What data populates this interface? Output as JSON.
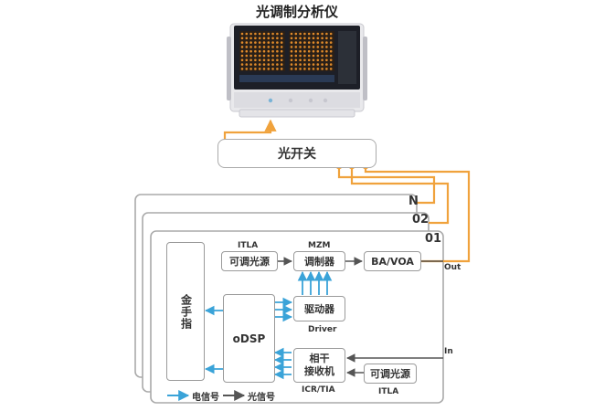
{
  "title": "光调制分析仪",
  "optical_switch": "光开关",
  "channels": [
    "N",
    "02",
    "01"
  ],
  "modules": {
    "golden_finger": "金手指",
    "odsp": "oDSP",
    "tunable_source_tx": "可调光源",
    "itla_tx": "ITLA",
    "modulator": "调制器",
    "mzm": "MZM",
    "ba_voa": "BA/VOA",
    "driver_block": "驱动器",
    "driver": "Driver",
    "coherent_rx_line1": "相干",
    "coherent_rx_line2": "接收机",
    "icr_tia": "ICR/TIA",
    "tunable_source_rx": "可调光源",
    "itla_rx": "ITLA"
  },
  "ports": {
    "out": "Out",
    "in": "In"
  },
  "legend": {
    "electrical": "电信号",
    "optical": "光信号"
  },
  "colors": {
    "electrical": "#3aa3d8",
    "optical": "#555555",
    "fiber": "#f0a23c",
    "border": "#9a9a9a"
  }
}
